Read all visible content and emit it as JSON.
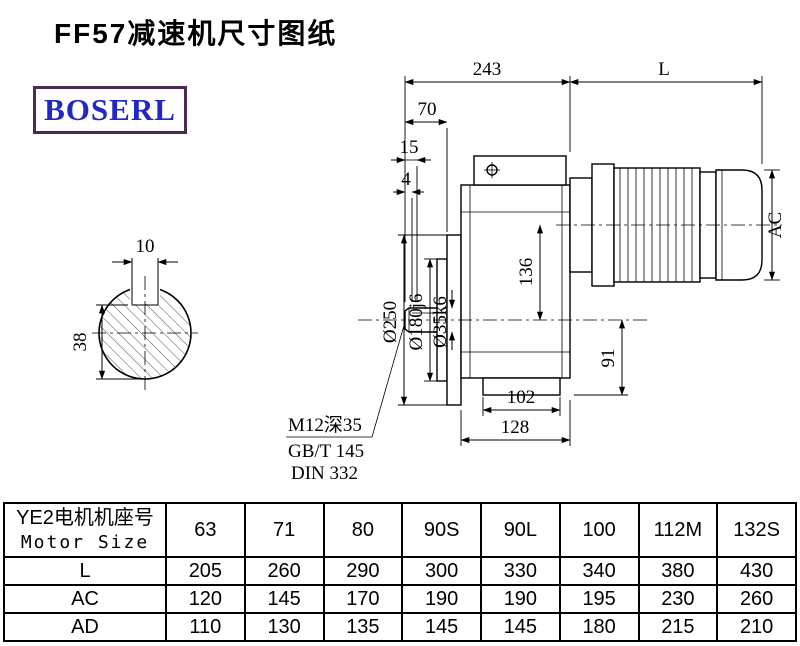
{
  "page": {
    "title": "FF57减速机尺寸图纸",
    "brand": "BOSERL"
  },
  "drawing": {
    "top_dims": {
      "d243": "243",
      "L": "L",
      "d70": "70",
      "d15": "15",
      "d4": "4"
    },
    "side_dims": {
      "AC": "AC",
      "d136": "136",
      "d91": "91"
    },
    "left_view": {
      "d10": "10",
      "d38": "38"
    },
    "diameters": {
      "d250": "Ø250",
      "d180": "Ø180j6",
      "d35": "Ø35k6"
    },
    "bottom_dims": {
      "d102": "102",
      "d128": "128"
    },
    "notes": {
      "tap": "M12深35",
      "gb": "GB/T 145",
      "din": "DIN 332"
    }
  },
  "table": {
    "header": {
      "title_cn": "YE2电机机座号",
      "title_en": "Motor Size",
      "sizes": [
        "63",
        "71",
        "80",
        "90S",
        "90L",
        "100",
        "112M",
        "132S"
      ]
    },
    "rows": [
      {
        "label": "L",
        "values": [
          "205",
          "260",
          "290",
          "300",
          "330",
          "340",
          "380",
          "430"
        ]
      },
      {
        "label": "AC",
        "values": [
          "120",
          "145",
          "170",
          "190",
          "190",
          "195",
          "230",
          "260"
        ]
      },
      {
        "label": "AD",
        "values": [
          "110",
          "130",
          "135",
          "145",
          "145",
          "180",
          "215",
          "210"
        ]
      }
    ]
  }
}
